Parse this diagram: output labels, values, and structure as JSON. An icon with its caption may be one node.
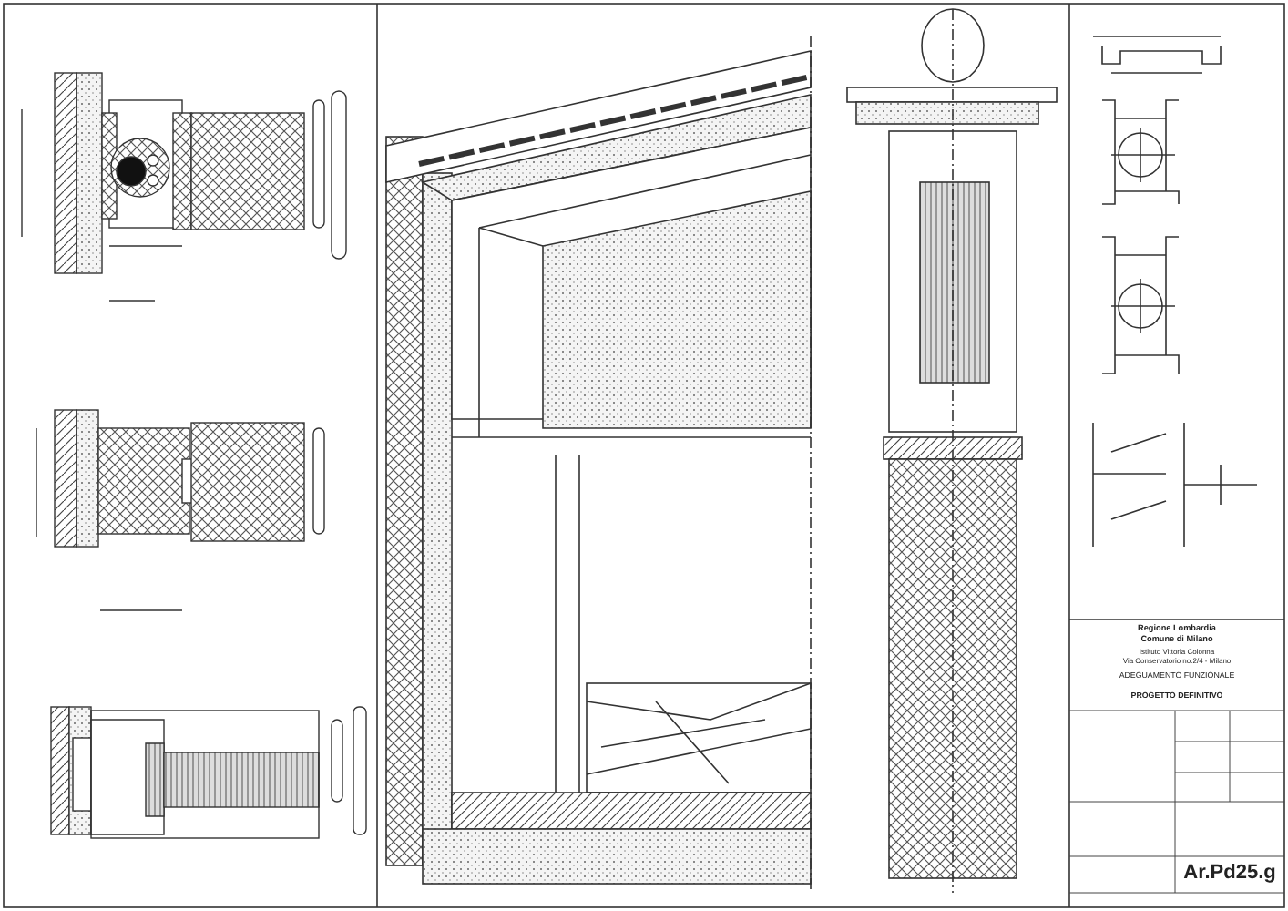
{
  "diagram": {
    "labels": [
      "Regione Lombardia",
      "Comune di Milano",
      "Istituto Vittoria Colonna",
      "Via Conservatorio no.2/4 - Milano",
      "ADEGUAMENTO FUNZIONALE",
      "PROGETTO DEFINITIVO",
      "Ar.Pd25.g"
    ]
  }
}
